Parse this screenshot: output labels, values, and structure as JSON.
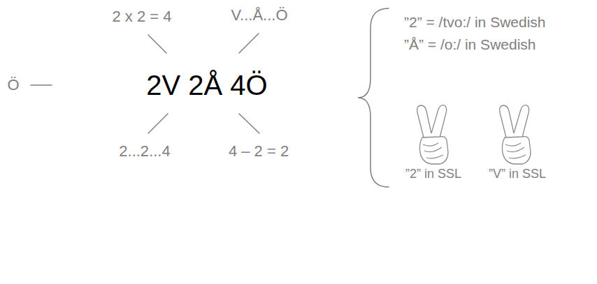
{
  "diagram": {
    "labels": [
      "2 x 2 = 4",
      "V...Å...Ö",
      "Ö",
      "2V 2Å 4Ö",
      "2...2...4",
      "4 – 2 = 2",
      "”2” = /tvo:/ in Swedish",
      "”Å” = /o:/ in Swedish",
      "”2” in SSL",
      "”V” in SSL"
    ]
  }
}
